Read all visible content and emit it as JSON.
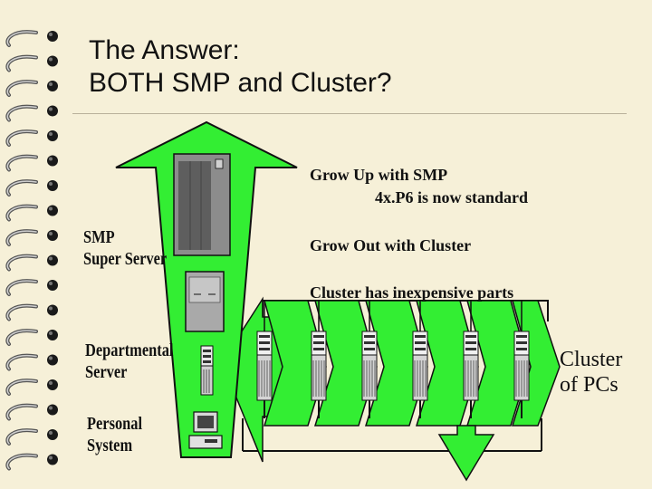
{
  "slide": {
    "title_line1": "The Answer:",
    "title_line2": "BOTH SMP  and Cluster?"
  },
  "diagram": {
    "tiers": {
      "smp": [
        "SMP",
        "Super Server"
      ],
      "departmental": [
        "Departmental",
        "Server"
      ],
      "personal": [
        "Personal",
        "System"
      ]
    },
    "points": {
      "grow_up": "Grow Up with SMP",
      "grow_up_sub": "4x.P6 is now standard",
      "grow_out": "Grow Out with Cluster",
      "cluster_parts": "Cluster has inexpensive parts"
    },
    "cluster_label": [
      "Cluster",
      "of PCs"
    ],
    "colors": {
      "arrow_fill": "#33ee33",
      "slide_bg": "#f6f0d8",
      "ink": "#111111"
    }
  }
}
